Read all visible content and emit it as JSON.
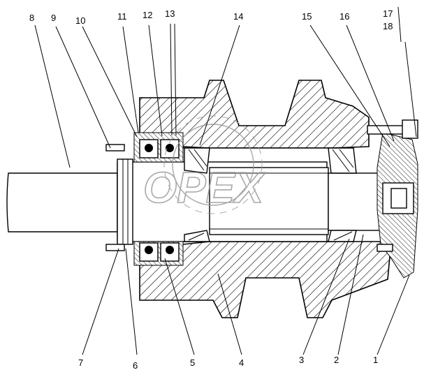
{
  "callouts": [
    {
      "id": "8",
      "text": "8"
    },
    {
      "id": "9",
      "text": "9"
    },
    {
      "id": "10",
      "text": "10"
    },
    {
      "id": "11",
      "text": "11"
    },
    {
      "id": "12",
      "text": "12"
    },
    {
      "id": "13",
      "text": "13"
    },
    {
      "id": "14",
      "text": "14"
    },
    {
      "id": "15",
      "text": "15"
    },
    {
      "id": "16",
      "text": "16"
    },
    {
      "id": "17",
      "text": "17"
    },
    {
      "id": "18",
      "text": "18"
    },
    {
      "id": "7",
      "text": "7"
    },
    {
      "id": "6",
      "text": "6"
    },
    {
      "id": "5",
      "text": "5"
    },
    {
      "id": "4",
      "text": "4"
    },
    {
      "id": "3",
      "text": "3"
    },
    {
      "id": "2",
      "text": "2"
    },
    {
      "id": "1",
      "text": "1"
    }
  ],
  "watermark": {
    "text": "OPEX"
  }
}
